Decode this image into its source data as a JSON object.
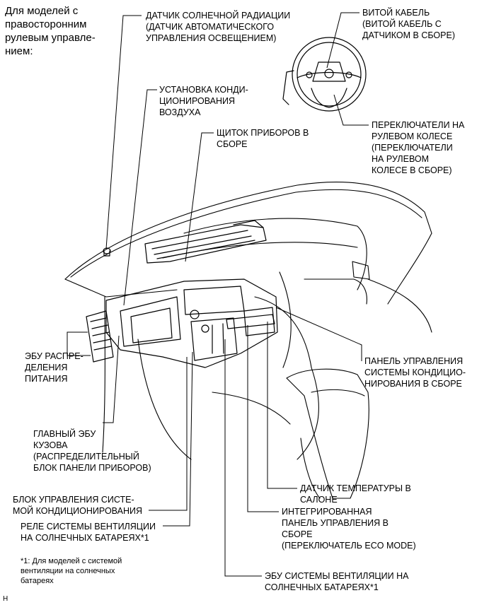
{
  "intro": "Для моделей с\nправосторонним\nрулевым управле-\nнием:",
  "labels": {
    "sun_sensor": "ДАТЧИК СОЛНЕЧНОЙ РАДИАЦИИ\n(ДАТЧИК АВТОМАТИЧЕСКОГО\nУПРАВЛЕНИЯ ОСВЕЩЕНИЕМ)",
    "spiral_cable": "ВИТОЙ КАБЕЛЬ\n(ВИТОЙ КАБЕЛЬ С\nДАТЧИКОМ В СБОРЕ)",
    "ac_unit": "УСТАНОВКА КОНДИ-\nЦИОНИРОВАНИЯ\nВОЗДУХА",
    "meter": "ЩИТОК ПРИБОРОВ В\nСБОРЕ",
    "steering_switch": "ПЕРЕКЛЮЧАТЕЛИ НА\nРУЛЕВОМ КОЛЕСЕ\n(ПЕРЕКЛЮЧАТЕЛИ\nНА РУЛЕВОМ\nКОЛЕСЕ В СБОРЕ)",
    "power_dist_ecu": "ЭБУ РАСПРЕ-\nДЕЛЕНИЯ\nПИТАНИЯ",
    "ac_panel": "ПАНЕЛЬ УПРАВЛЕНИЯ\nСИСТЕМЫ КОНДИЦИО-\nНИРОВАНИЯ В СБОРЕ",
    "main_body_ecu": "ГЛАВНЫЙ ЭБУ\nКУЗОВА\n(РАСПРЕДЕЛИТЕЛЬНЫЙ\nБЛОК ПАНЕЛИ ПРИБОРОВ)",
    "room_temp": "ДАТЧИК ТЕМПЕРАТУРЫ В\nСАЛОНЕ",
    "ac_amp": "БЛОК УПРАВЛЕНИЯ СИСТЕ-\nМОЙ КОНДИЦИОНИРОВАНИЯ",
    "integrated_panel": "ИНТЕГРИРОВАННАЯ\nПАНЕЛЬ УПРАВЛЕНИЯ В\nСБОРЕ\n(ПЕРЕКЛЮЧАТЕЛЬ ECO MODE)",
    "solar_relay": "РЕЛЕ СИСТЕМЫ ВЕНТИЛЯЦИИ\nНА СОЛНЕЧНЫХ БАТАРЕЯХ*1",
    "solar_ecu": "ЭБУ СИСТЕМЫ ВЕНТИЛЯЦИИ НА\nСОЛНЕЧНЫХ БАТАРЕЯХ*1"
  },
  "footnote": "*1: Для моделей с системой\nвентиляции на солнечных\nбатареях",
  "corner_mark": "H"
}
